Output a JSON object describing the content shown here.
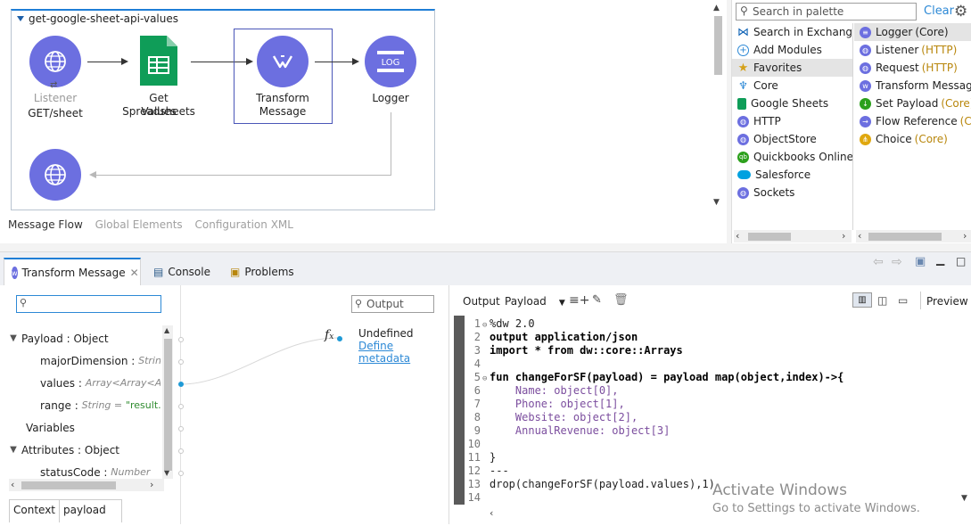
{
  "flow": {
    "name": "get-google-sheet-api-values",
    "nodes": [
      {
        "type_label": "Listener",
        "name": "GET/sheet"
      },
      {
        "name_line1": "Get Spreadsheets",
        "name_line2": "Values"
      },
      {
        "name_line1": "Transform",
        "name_line2": "Message"
      },
      {
        "name": "Logger",
        "icon_text": "LOG"
      }
    ]
  },
  "canvas_tabs": [
    "Message Flow",
    "Global Elements",
    "Configuration XML"
  ],
  "palette": {
    "search_placeholder": "Search in palette",
    "clear_label": "Clear",
    "categories": [
      {
        "label": "Search in Exchange...",
        "icon": "exchange-icon",
        "color": "#0a5fb4"
      },
      {
        "label": "Add Modules",
        "icon": "plus-icon",
        "color": "#2d89d6"
      },
      {
        "label": "Favorites",
        "icon": "star-icon",
        "color": "#d4a017"
      },
      {
        "label": "Core",
        "icon": "core-icon",
        "color": "#2d89d6"
      },
      {
        "label": "Google Sheets",
        "icon": "sheets-icon",
        "color": "#0f9d58"
      },
      {
        "label": "HTTP",
        "icon": "http-icon",
        "color": "#6c6fe0"
      },
      {
        "label": "ObjectStore",
        "icon": "objectstore-icon",
        "color": "#6c6fe0"
      },
      {
        "label": "Quickbooks Online C",
        "icon": "quickbooks-icon",
        "color": "#2ca01c"
      },
      {
        "label": "Salesforce",
        "icon": "salesforce-icon",
        "color": "#00a1e0"
      },
      {
        "label": "Sockets",
        "icon": "sockets-icon",
        "color": "#6c6fe0"
      }
    ],
    "operations": [
      {
        "name": "Logger",
        "pkg": "(Core)",
        "icon": "logger-icon",
        "color": "#6c6fe0"
      },
      {
        "name": "Listener",
        "pkg": "(HTTP)",
        "icon": "listener-icon",
        "color": "#6c6fe0"
      },
      {
        "name": "Request",
        "pkg": "(HTTP)",
        "icon": "request-icon",
        "color": "#6c6fe0"
      },
      {
        "name": "Transform Message",
        "pkg": "(",
        "icon": "transform-icon",
        "color": "#6c6fe0"
      },
      {
        "name": "Set Payload",
        "pkg": "(Core)",
        "icon": "set-payload-icon",
        "color": "#2ca01c"
      },
      {
        "name": "Flow Reference",
        "pkg": "(Core",
        "icon": "flow-reference-icon",
        "color": "#6c6fe0"
      },
      {
        "name": "Choice",
        "pkg": "(Core)",
        "icon": "choice-icon",
        "color": "#e0a80f"
      }
    ]
  },
  "lower_tabs": [
    {
      "label": "Transform Message",
      "icon": "transform-icon"
    },
    {
      "label": "Console",
      "icon": "console-icon"
    },
    {
      "label": "Problems",
      "icon": "problems-icon"
    }
  ],
  "input_tree": [
    {
      "label": "Payload : Object",
      "expanded": true
    },
    {
      "name": "majorDimension",
      "type": "String ="
    },
    {
      "name": "values",
      "type": "Array<Array<Any"
    },
    {
      "name": "range",
      "type": "String =",
      "sample": "\"result.csv"
    },
    {
      "label": "Variables"
    },
    {
      "label": "Attributes : Object",
      "expanded": true
    },
    {
      "name": "statusCode",
      "type": "Number"
    }
  ],
  "context_tabs": [
    "Context",
    "payload"
  ],
  "output": {
    "search_placeholder": "Output",
    "undefined_text": "Undefined",
    "define_link": "Define metadata"
  },
  "editor_toolbar": {
    "output_label": "Output",
    "target": "Payload",
    "preview_label": "Preview"
  },
  "code": [
    "%dw 2.0",
    "output application/json",
    "import * from dw::core::Arrays",
    "",
    "fun changeForSF(payload) = payload map(object,index)->{",
    "    Name: object[0],",
    "    Phone: object[1],",
    "    Website: object[2],",
    "    AnnualRevenue: object[3]",
    "",
    "}",
    "---",
    "drop(changeForSF(payload.values),1)",
    ""
  ],
  "watermark": {
    "line1": "Activate Windows",
    "line2": "Go to Settings to activate Windows."
  }
}
